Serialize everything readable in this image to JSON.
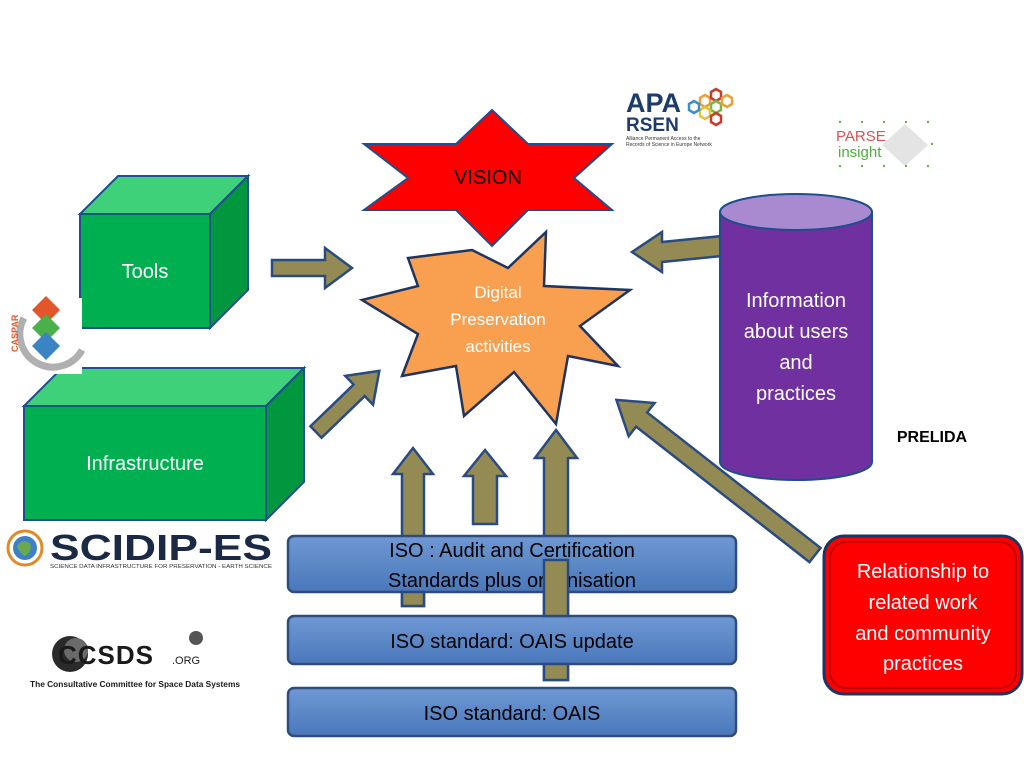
{
  "nodes": {
    "vision": "VISION",
    "digital_preservation": [
      "Digital",
      "Preservation",
      "activities"
    ],
    "tools": "Tools",
    "infrastructure": "Infrastructure",
    "information": [
      "Information",
      "about users",
      "and",
      "practices"
    ],
    "prelida": "PRELIDA",
    "relationship": [
      "Relationship to",
      "related work",
      "and community",
      "practices"
    ],
    "iso_audit": [
      "ISO : Audit and Certification",
      "Standards plus organisation"
    ],
    "iso_oais_update": "ISO standard: OAIS update",
    "iso_oais": "ISO standard: OAIS"
  },
  "logos": {
    "aparsen": {
      "name": "APA RSEN",
      "tagline": [
        "Alliance Permanent Access to the",
        "Records of Science in Europe Network"
      ]
    },
    "parse": {
      "line1": "PARSE",
      "line2": "insight"
    },
    "caspar": {
      "name": "CASPAR"
    },
    "scidip": {
      "name": "SCIDIP-ES",
      "tagline": "SCIENCE DATA INFRASTRUCTURE FOR PRESERVATION - EARTH SCIENCE"
    },
    "ccsds": {
      "name": "CCSDS",
      "suffix": ".ORG",
      "tagline": "The Consultative Committee for Space Data Systems"
    }
  },
  "colors": {
    "vision_fill": "#ff0000",
    "star_fill": "#f9a050",
    "box_green": "#00b050",
    "cylinder": "#7030a0",
    "cylinder_top": "#a98ad0",
    "relationship_fill": "#ff0000",
    "iso_fill": "#4f81bd",
    "arrow_fill": "#948a54"
  }
}
